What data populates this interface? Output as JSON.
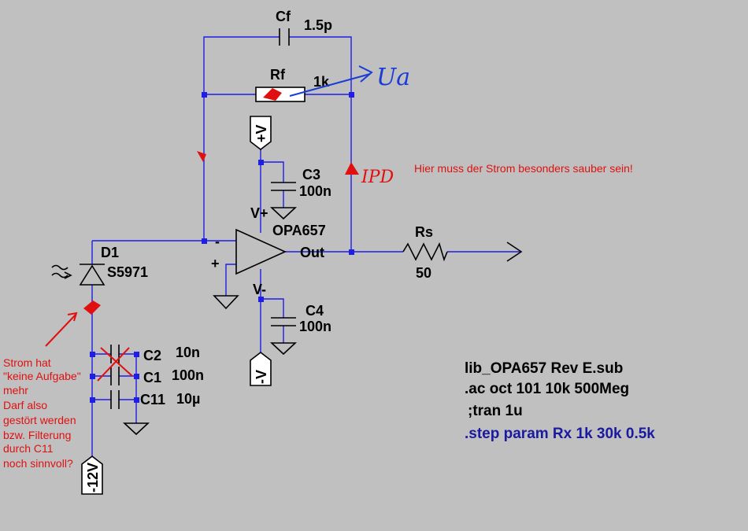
{
  "components": {
    "cf": {
      "name": "Cf",
      "value": "1.5p"
    },
    "rf": {
      "name": "Rf",
      "value": "1k"
    },
    "c3": {
      "name": "C3",
      "value": "100n"
    },
    "c4": {
      "name": "C4",
      "value": "100n"
    },
    "c2": {
      "name": "C2",
      "value": "10n"
    },
    "c1": {
      "name": "C1",
      "value": "100n"
    },
    "c11": {
      "name": "C11",
      "value": "10µ"
    },
    "d1": {
      "name": "D1",
      "value": "S5971"
    },
    "rs": {
      "name": "Rs",
      "value": "50"
    },
    "opamp": {
      "name": "OPA657",
      "pin_out": "Out",
      "pin_vplus": "V+",
      "pin_vminus": "V-",
      "pin_minus": "-",
      "pin_plus": "+"
    }
  },
  "ports": {
    "vplus": "+V",
    "vminus": "-V",
    "neg12": "-12V"
  },
  "directives": {
    "lib": "lib_OPA657 Rev E.sub",
    "ac": ".ac oct 101 10k 500Meg",
    "tran": ";tran 1u",
    "step": ".step param Rx 1k 30k 0.5k"
  },
  "annotations": {
    "ua": "Ua",
    "ipd": "IPD",
    "strom_note": "Hier muss der Strom besonders sauber sein!",
    "left_note": [
      "Strom hat",
      "\"keine Aufgabe\"",
      "mehr",
      "Darf also",
      "gestört werden",
      "bzw. Filterung",
      "durch C11",
      "noch sinnvoll?"
    ]
  },
  "colors": {
    "wire": "#1e1ee6",
    "annotation_red": "#e01010",
    "annotation_blue": "#1a3cd6",
    "background": "#c0c0c0"
  }
}
